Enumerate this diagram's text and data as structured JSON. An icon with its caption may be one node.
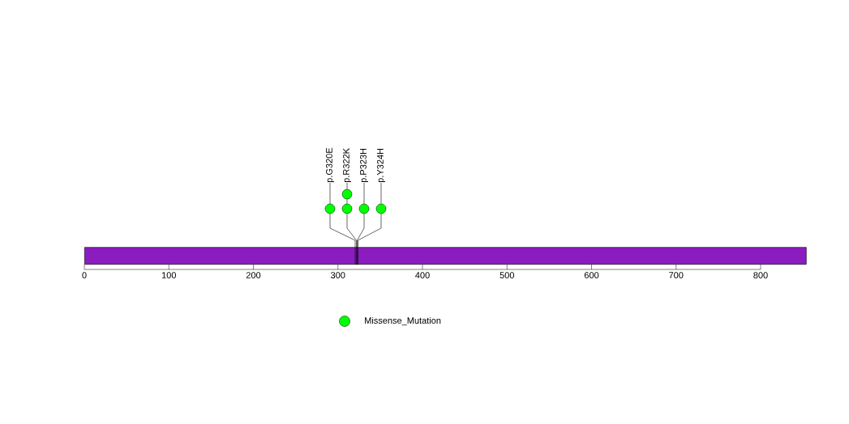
{
  "diagram": {
    "nodes": [
      {
        "text": [],
        "shape": "bar"
      },
      {
        "text": [
          "p.G320E"
        ]
      },
      {
        "text": [
          "p.R322K"
        ]
      },
      {
        "text": [
          "p.P323H"
        ]
      },
      {
        "text": [
          "p.Y324H"
        ]
      },
      {
        "text": [],
        "shape": "circle"
      },
      {
        "text": [],
        "shape": "circle"
      },
      {
        "text": [],
        "shape": "circle"
      },
      {
        "text": [],
        "shape": "circle"
      },
      {
        "text": [],
        "shape": "circle"
      }
    ],
    "edges": [
      {
        "from": 1,
        "to": 5,
        "arrow": "none"
      },
      {
        "from": 2,
        "to": 7,
        "arrow": "none"
      },
      {
        "from": 7,
        "to": 6,
        "arrow": "none"
      },
      {
        "from": 3,
        "to": 8,
        "arrow": "none"
      },
      {
        "from": 4,
        "to": 9,
        "arrow": "none"
      },
      {
        "from": 5,
        "to": 0,
        "arrow": "none"
      },
      {
        "from": 6,
        "to": 0,
        "arrow": "none"
      },
      {
        "from": 8,
        "to": 0,
        "arrow": "none"
      },
      {
        "from": 9,
        "to": 0,
        "arrow": "none"
      }
    ],
    "labels": [
      "0",
      "100",
      "200",
      "300",
      "400",
      "500",
      "600",
      "700",
      "800"
    ],
    "legend": [
      {
        "text": "Missense_Mutation",
        "color": "#00ff00"
      }
    ]
  }
}
